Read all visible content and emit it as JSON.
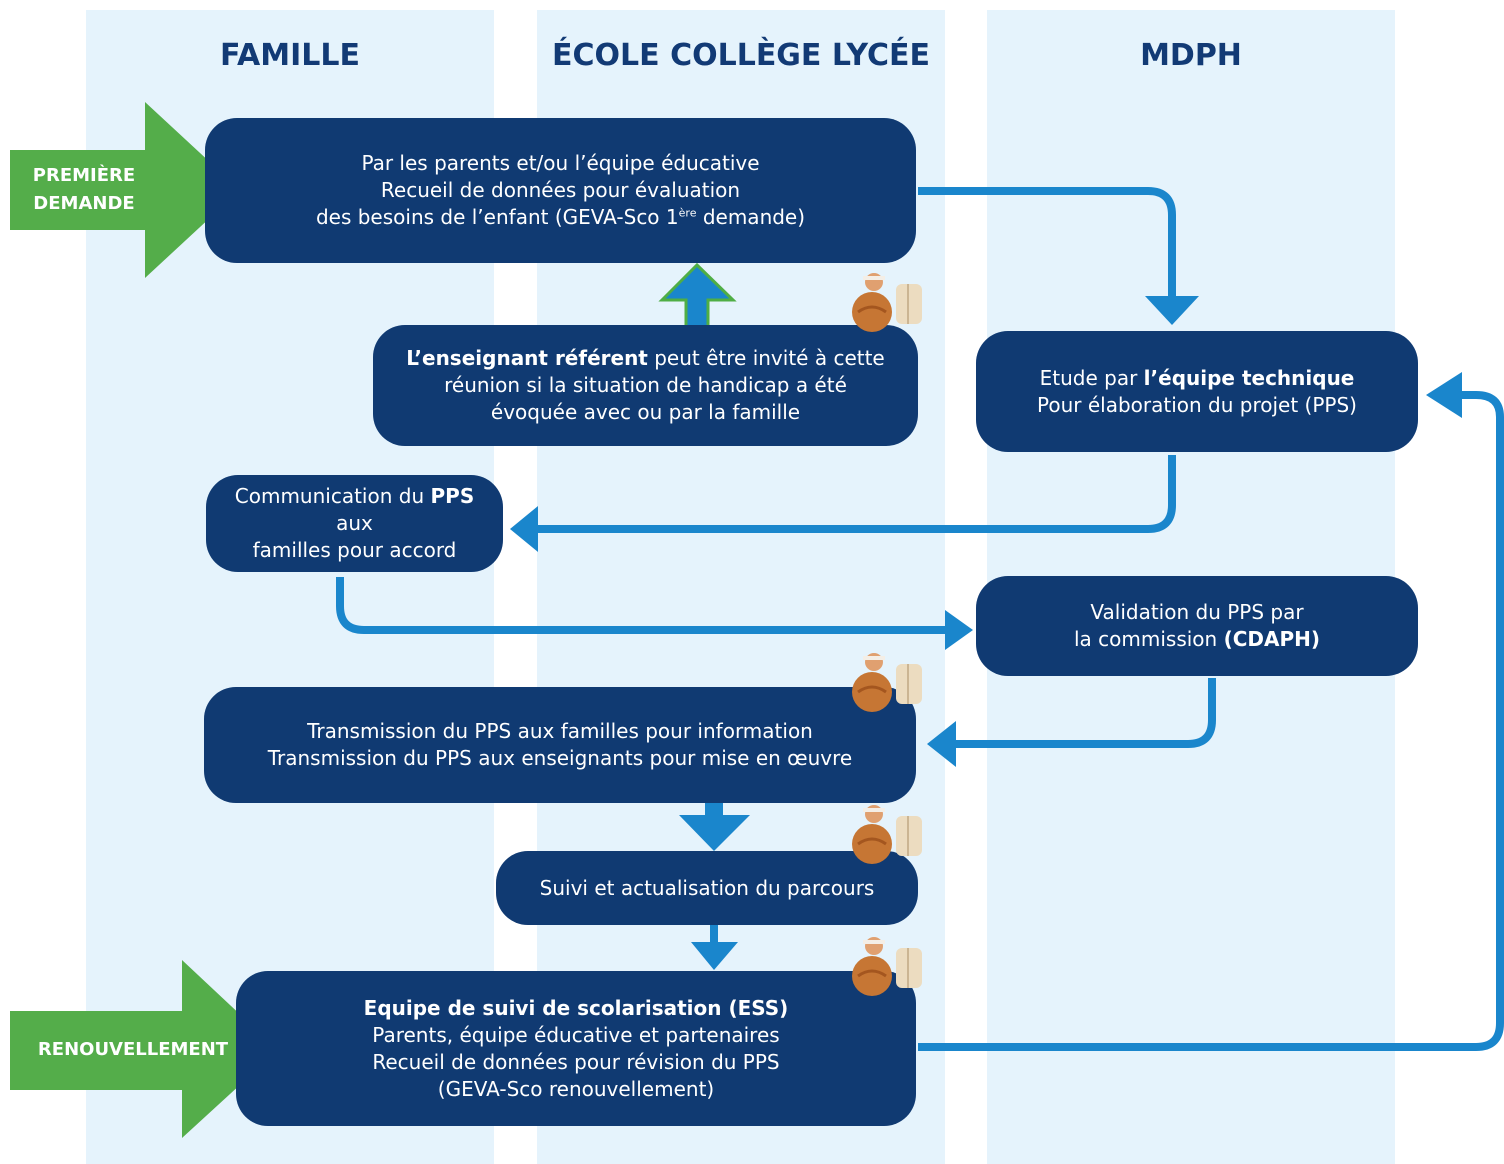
{
  "colors": {
    "lane_bg": "#e5f3fc",
    "box_bg": "#103a72",
    "lane_title": "#123a75",
    "connector": "#1a86cc",
    "start_arrow": "#54ad4a"
  },
  "lanes": {
    "famille": "FAMILLE",
    "ecole": "ÉCOLE COLLÈGE LYCÉE",
    "mdph": "MDPH"
  },
  "entry_arrows": {
    "premiere_l1": "PREMIÈRE",
    "premiere_l2": "DEMANDE",
    "renouvellement": "RENOUVELLEMENT"
  },
  "boxes": {
    "recueil": {
      "l1": "Par les parents et/ou l’équipe éducative",
      "l2": "Recueil de données pour évaluation",
      "l3_pre": "des besoins de l’enfant (GEVA-Sco 1",
      "l3_sup": "ère",
      "l3_post": " demande)"
    },
    "referent": {
      "bold": "L’enseignant référent",
      "l1_rest": " peut être invité à cette",
      "l2": "réunion si la situation de handicap a été",
      "l3": "évoquée avec ou par la famille"
    },
    "etude": {
      "pre": "Etude par ",
      "bold": "l’équipe technique",
      "l2": "Pour élaboration du projet (PPS)"
    },
    "communication": {
      "pre": "Communication du ",
      "bold": "PPS",
      "post": " aux",
      "l2": "familles pour accord"
    },
    "validation": {
      "l1": "Validation du PPS par",
      "pre": "la commission ",
      "bold": "(CDAPH)"
    },
    "transmission": {
      "l1": "Transmission du PPS aux familles pour information",
      "l2": "Transmission du PPS aux enseignants pour mise en œuvre"
    },
    "suivi": {
      "l1": "Suivi et actualisation du parcours"
    },
    "ess": {
      "bold": "Equipe de suivi de scolarisation (ESS)",
      "l2": "Parents, équipe éducative et partenaires",
      "l3": "Recueil de données pour révision du PPS",
      "l4": "(GEVA-Sco renouvellement)"
    }
  },
  "icons": [
    "person-icon",
    "person-icon",
    "person-icon",
    "person-icon"
  ]
}
